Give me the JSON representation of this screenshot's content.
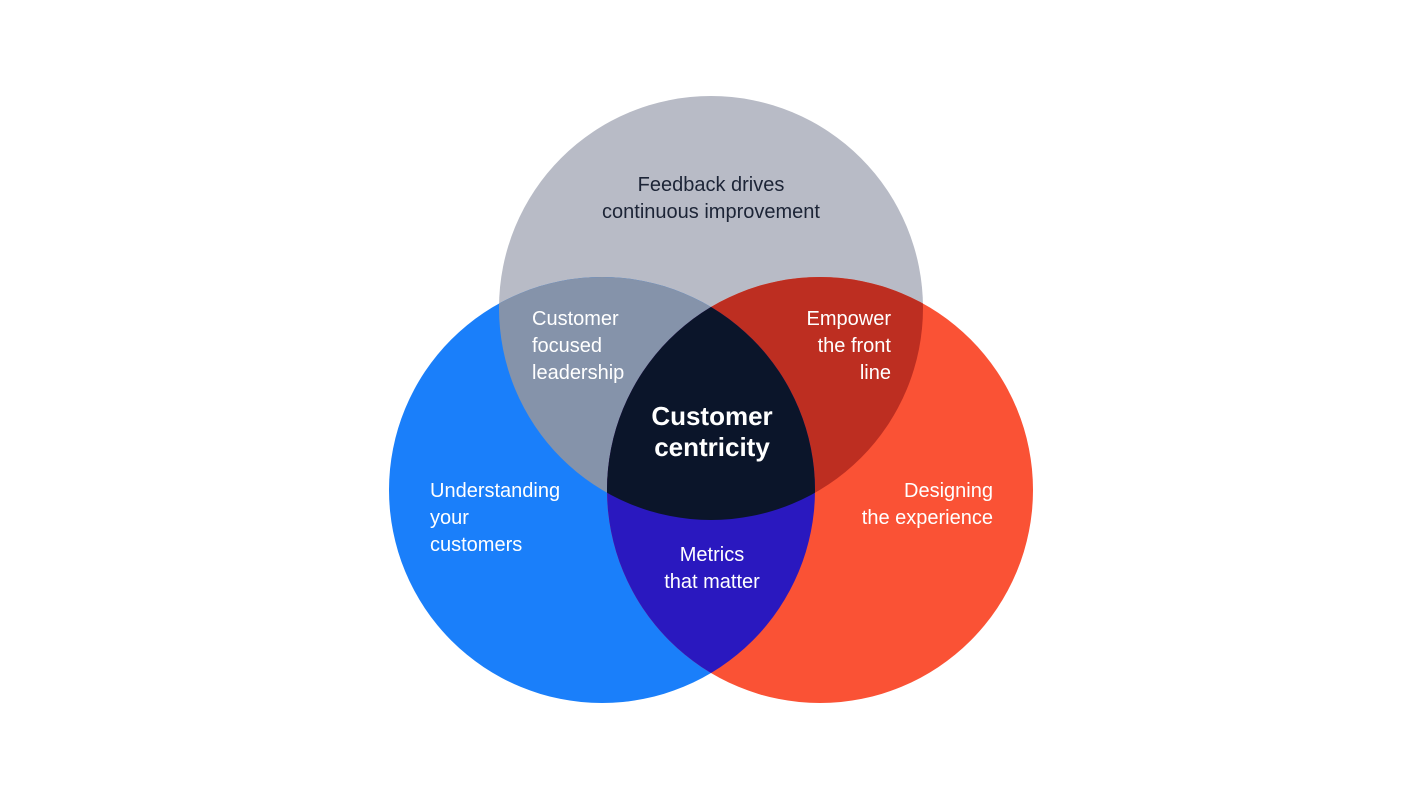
{
  "diagram": {
    "colors": {
      "top_circle": "#b8bbc6",
      "left_circle": "#1a7ffa",
      "right_circle": "#fa5235",
      "top_left_overlap": "#8593aa",
      "top_right_overlap": "#bd2e21",
      "left_right_overlap": "#2a18bf",
      "center_overlap": "#0b152a"
    },
    "labels": {
      "top": {
        "line1": "Feedback drives",
        "line2": "continuous improvement"
      },
      "left": {
        "line1": "Understanding",
        "line2": "your",
        "line3": "customers"
      },
      "right": {
        "line1": "Designing",
        "line2": "the experience"
      },
      "top_left": {
        "line1": "Customer",
        "line2": "focused",
        "line3": "leadership"
      },
      "top_right": {
        "line1": "Empower",
        "line2": "the front",
        "line3": "line"
      },
      "bottom": {
        "line1": "Metrics",
        "line2": "that matter"
      },
      "center": {
        "line1": "Customer",
        "line2": "centricity"
      }
    }
  }
}
